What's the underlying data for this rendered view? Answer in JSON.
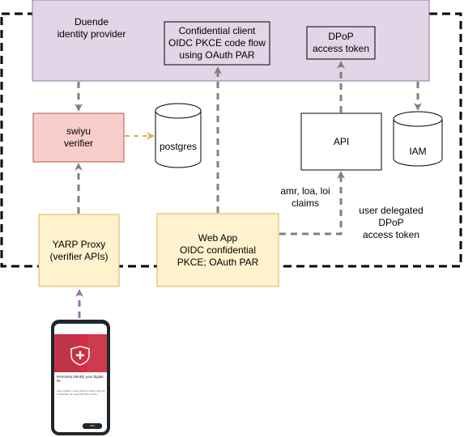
{
  "idp": {
    "title": "Duende\nidentity provider",
    "client": "Confidential client\nOIDC PKCE code flow\nusing OAuth PAR",
    "dpop": "DPoP\naccess token"
  },
  "swiyu": {
    "label": "swiyu\nverifier"
  },
  "postgres": {
    "label": "postgres"
  },
  "api": {
    "label": "API"
  },
  "iam": {
    "label": "IAM"
  },
  "yarp": {
    "label": "YARP Proxy\n(verifier APIs)"
  },
  "webapp": {
    "label": "Web App\nOIDC confidential\nPKCE; OAuth PAR"
  },
  "edges": {
    "claims": "amr, loa, loi\nclaims",
    "delegated": "user delegated\nDPoP\naccess token"
  },
  "phone": {
    "title": "Remotely identify your digital ID",
    "body": "Use a wallet on your phone to share only the credentials you need with this service.",
    "button": "Start"
  },
  "colors": {
    "idp_fill": "#e1d5e7",
    "idp_stroke": "#9673a6",
    "swiyu_fill": "#f8cecc",
    "swiyu_stroke": "#b85450",
    "yellow_fill": "#fff2cc",
    "yellow_stroke": "#d6b656",
    "arrow_gray": "#808080",
    "arrow_gold": "#d6b656",
    "arrow_purple": "#9673a6"
  }
}
